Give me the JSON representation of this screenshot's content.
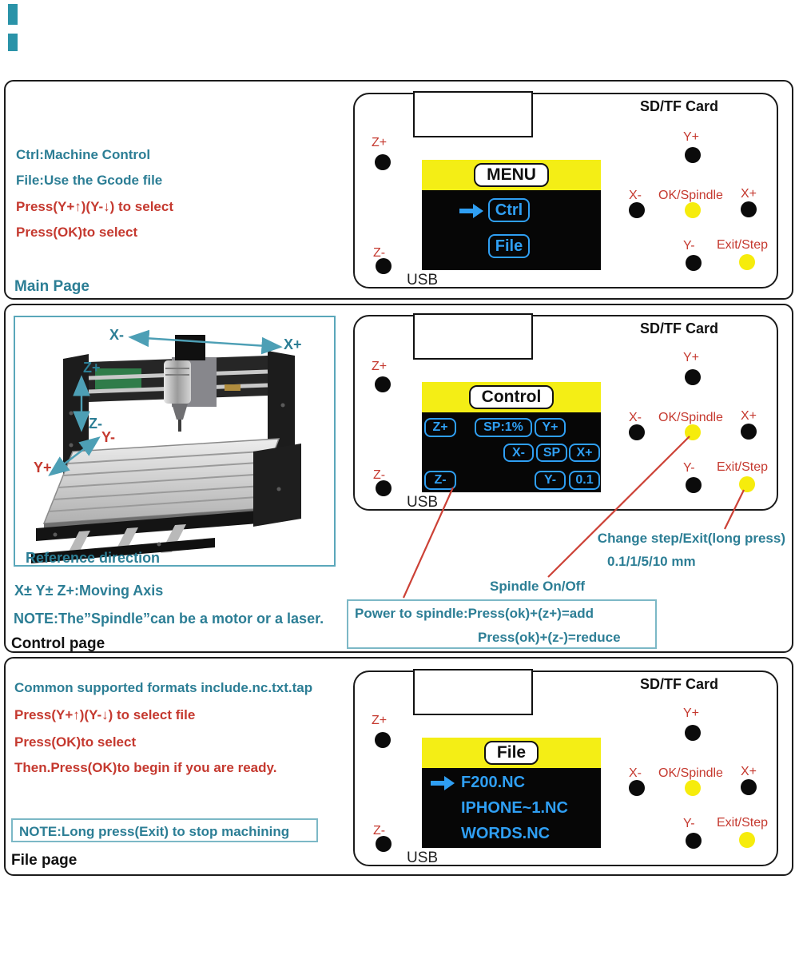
{
  "colors": {
    "teal_text": "#2C7E95",
    "red_text": "#C5392F",
    "screen_yellow": "#F4EE15",
    "screen_blue": "#2F9FF3",
    "callout_line_red": "#CC4136",
    "corner_tab_teal": "#2A93A8"
  },
  "controller_common": {
    "sd_card": "SD/TF Card",
    "usb": "USB",
    "z_plus": "Z+",
    "z_minus": "Z-",
    "y_plus": "Y+",
    "y_minus": "Y-",
    "x_plus": "X+",
    "x_minus": "X-",
    "ok_spindle": "OK/Spindle",
    "exit_step": "Exit/Step"
  },
  "main_page": {
    "instructions_teal": [
      "Ctrl:Machine Control",
      "File:Use the Gcode file"
    ],
    "instructions_red": [
      "Press(Y+↑)(Y-↓) to select",
      "Press(OK)to select"
    ],
    "footer": "Main Page",
    "screen": {
      "title": "MENU",
      "items": [
        "Ctrl",
        "File"
      ]
    }
  },
  "control_page": {
    "reference_caption": "Reference direction",
    "axis_labels": {
      "x_minus": "X-",
      "x_plus": "X+",
      "z_plus": "Z+",
      "z_minus": "Z-",
      "y_minus": "Y-",
      "y_plus": "Y+"
    },
    "moving_axis": "X± Y± Z+:Moving Axis",
    "note": "NOTE:The”Spindle”can be a motor or a laser.",
    "footer": "Control page",
    "screen": {
      "title": "Control",
      "buttons": [
        "Z+",
        "SP:1%",
        "Y+",
        "X-",
        "SP",
        "X+",
        "Z-",
        "Y-",
        "0.1"
      ]
    },
    "annotations": {
      "change_step": "Change step/Exit(long press)",
      "step_values": "0.1/1/5/10 mm",
      "spindle": "Spindle On/Off",
      "power_line1": "Power to spindle:Press(ok)+(z+)=add",
      "power_line2": "Press(ok)+(z-)=reduce"
    }
  },
  "file_page": {
    "formats": "Common supported formats include.nc.txt.tap",
    "instructions_red": [
      "Press(Y+↑)(Y-↓) to select file",
      "Press(OK)to select",
      "Then.Press(OK)to begin if you are ready."
    ],
    "note": "NOTE:Long press(Exit) to stop machining",
    "footer": "File page",
    "screen": {
      "title": "File",
      "files": [
        "F200.NC",
        "IPHONE~1.NC",
        "WORDS.NC"
      ]
    }
  }
}
